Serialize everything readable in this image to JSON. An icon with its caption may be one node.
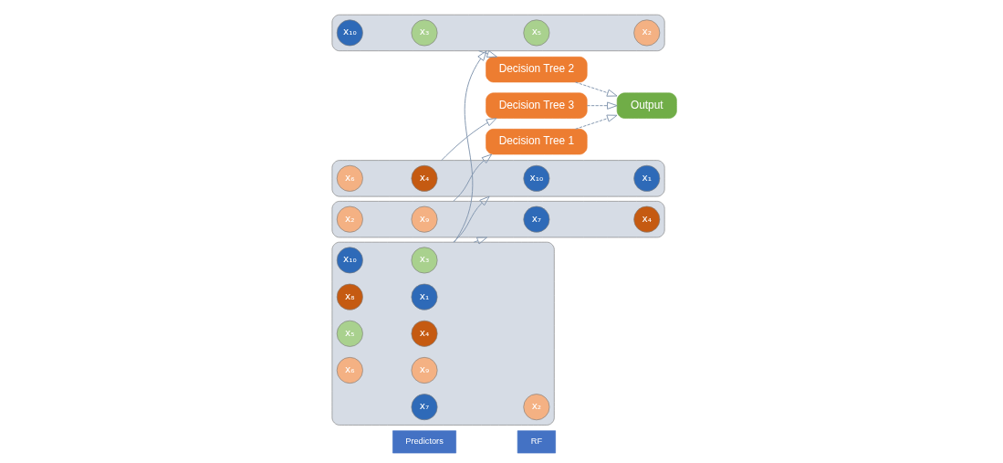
{
  "diagram": {
    "nodes": [
      {
        "text": [
          "Predictors"
        ]
      },
      {
        "text": [
          "RF"
        ]
      },
      {
        "text": [],
        "shape": "ellipse"
      },
      {
        "text": [
          "x₇"
        ],
        "in": 2
      },
      {
        "text": [
          "x₂"
        ],
        "in": 2
      },
      {
        "text": [
          "x₈"
        ],
        "in": 2
      },
      {
        "text": [
          "x₁"
        ],
        "in": 2
      },
      {
        "text": [
          "x₅"
        ],
        "in": 2
      },
      {
        "text": [
          "x₄"
        ],
        "in": 2
      },
      {
        "text": [
          "x₆"
        ],
        "in": 2
      },
      {
        "text": [
          "x₉"
        ],
        "in": 2
      },
      {
        "text": [
          "x₁₀"
        ],
        "in": 2
      },
      {
        "text": [
          "x₃"
        ],
        "in": 2
      },
      {
        "text": [],
        "shape": "ellipse"
      },
      {
        "text": [
          "x₇"
        ],
        "in": 13
      },
      {
        "text": [
          "x₄"
        ],
        "in": 13
      },
      {
        "text": [
          "x₂"
        ],
        "in": 13
      },
      {
        "text": [
          "x₉"
        ],
        "in": 13
      },
      {
        "text": [],
        "shape": "ellipse"
      },
      {
        "text": [
          "x₅"
        ],
        "in": 18
      },
      {
        "text": [
          "x₂"
        ],
        "in": 18
      },
      {
        "text": [
          "x₁₀"
        ],
        "in": 18
      },
      {
        "text": [
          "x₃"
        ],
        "in": 18
      },
      {
        "text": [],
        "shape": "ellipse"
      },
      {
        "text": [
          "x₁₀"
        ],
        "in": 23
      },
      {
        "text": [
          "x₁"
        ],
        "in": 23
      },
      {
        "text": [
          "x₆"
        ],
        "in": 23
      },
      {
        "text": [
          "x₄"
        ],
        "in": 23
      },
      {
        "text": [
          "Decision Tree 1"
        ]
      },
      {
        "text": [
          "Decision Tree 2"
        ]
      },
      {
        "text": [
          "Decision Tree 3"
        ]
      },
      {
        "text": [
          "Output"
        ]
      }
    ],
    "edges": [
      {
        "from": 2,
        "to": 13,
        "arrow": "to"
      },
      {
        "from": 2,
        "to": 18,
        "arrow": "to"
      },
      {
        "from": 2,
        "to": 23,
        "arrow": "to"
      },
      {
        "from": 13,
        "to": 28,
        "arrow": "to"
      },
      {
        "from": 18,
        "to": 29,
        "arrow": "to"
      },
      {
        "from": 23,
        "to": 30,
        "arrow": "to"
      },
      {
        "from": 28,
        "to": 31,
        "arrow": "to",
        "style": "dashed"
      },
      {
        "from": 29,
        "to": 31,
        "arrow": "to",
        "style": "dashed"
      },
      {
        "from": 30,
        "to": 31,
        "arrow": "to",
        "style": "dashed"
      }
    ]
  }
}
